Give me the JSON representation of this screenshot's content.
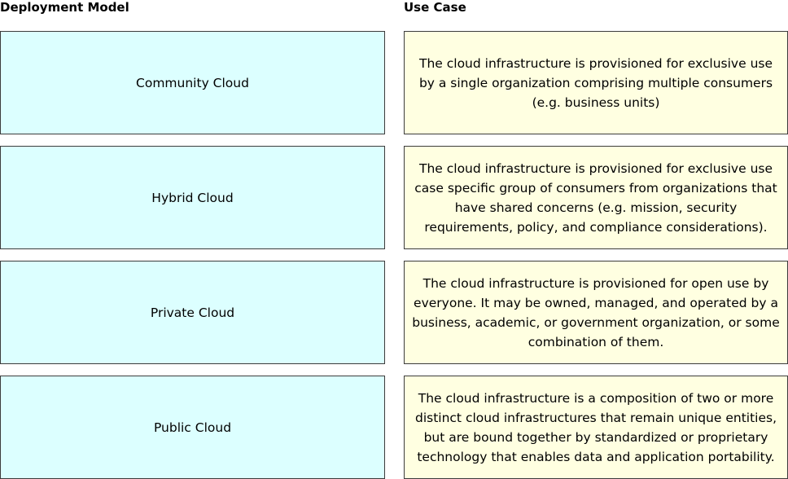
{
  "headers": {
    "left": "Deployment Model",
    "right": "Use Case"
  },
  "models": [
    "Community Cloud",
    "Hybrid Cloud",
    "Private Cloud",
    "Public Cloud"
  ],
  "use_cases": [
    "The cloud infrastructure is provisioned for exclusive use by a single organization comprising multiple consumers (e.g. business units)",
    "The cloud infrastructure is provisioned for exclusive use case specific group of consumers from organizations that have shared concerns (e.g. mission, security requirements, policy, and compliance considerations).",
    "The cloud infrastructure is provisioned for open use by everyone. It may be owned, managed, and operated by a business, academic, or government organization, or some combination of them.",
    "The cloud infrastructure is a composition of two or more distinct cloud infrastructures that remain unique entities, but are bound together by standardized or proprietary technology that enables data and application portability."
  ],
  "colors": {
    "model_bg": "#dcffff",
    "usecase_bg": "#ffffe1",
    "border": "#3c3c3c"
  }
}
